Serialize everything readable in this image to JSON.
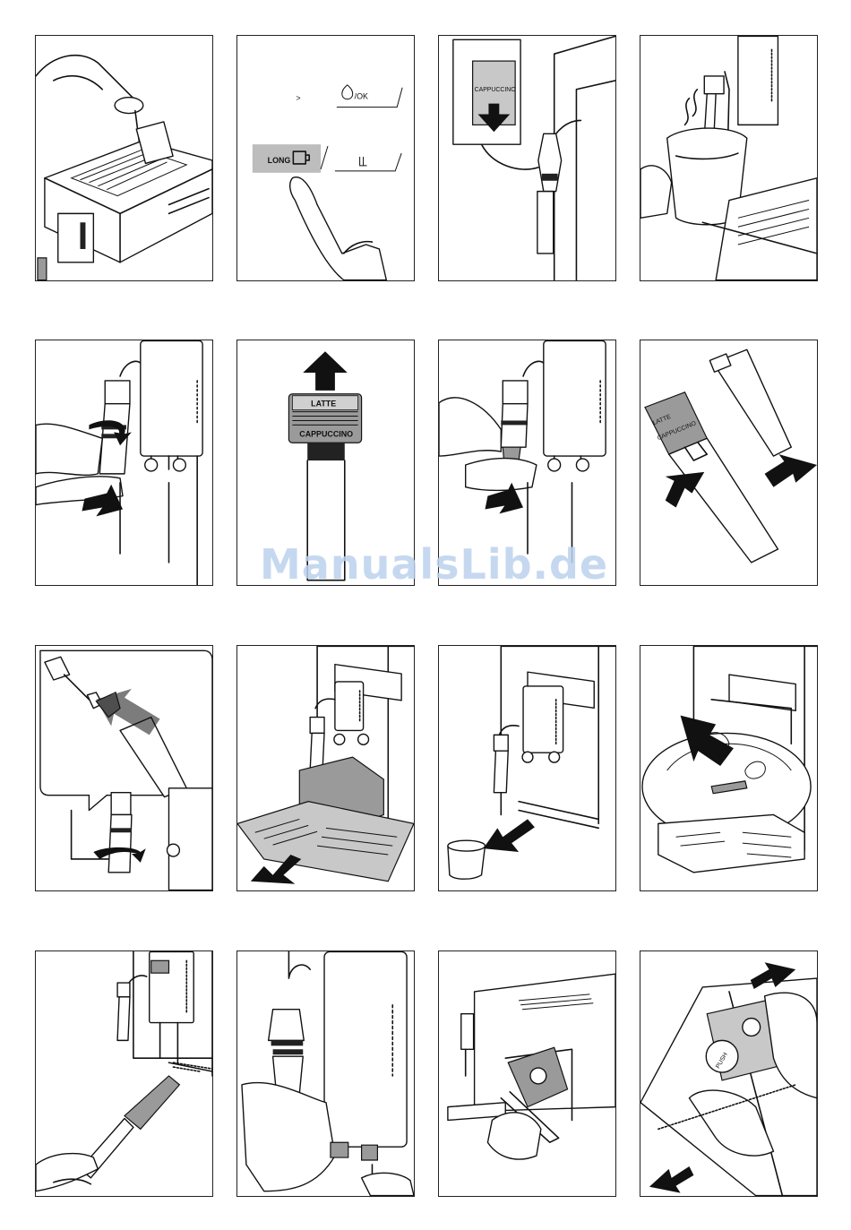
{
  "panels": {
    "p2": {
      "arrow_label": ">",
      "ok_label": "/OK",
      "long_label": "LONG"
    },
    "p3": {
      "cappuccino_label": "CAPPUCCINO"
    },
    "p6": {
      "latte_label": "LATTE",
      "cappuccino_label": "CAPPUCCINO"
    },
    "p8": {
      "latte_label": "LATTE",
      "cappuccino_label": "CAPPUCCINO"
    },
    "p16": {
      "push_label": "PUSH"
    }
  },
  "watermark": "ManualsLib.de"
}
